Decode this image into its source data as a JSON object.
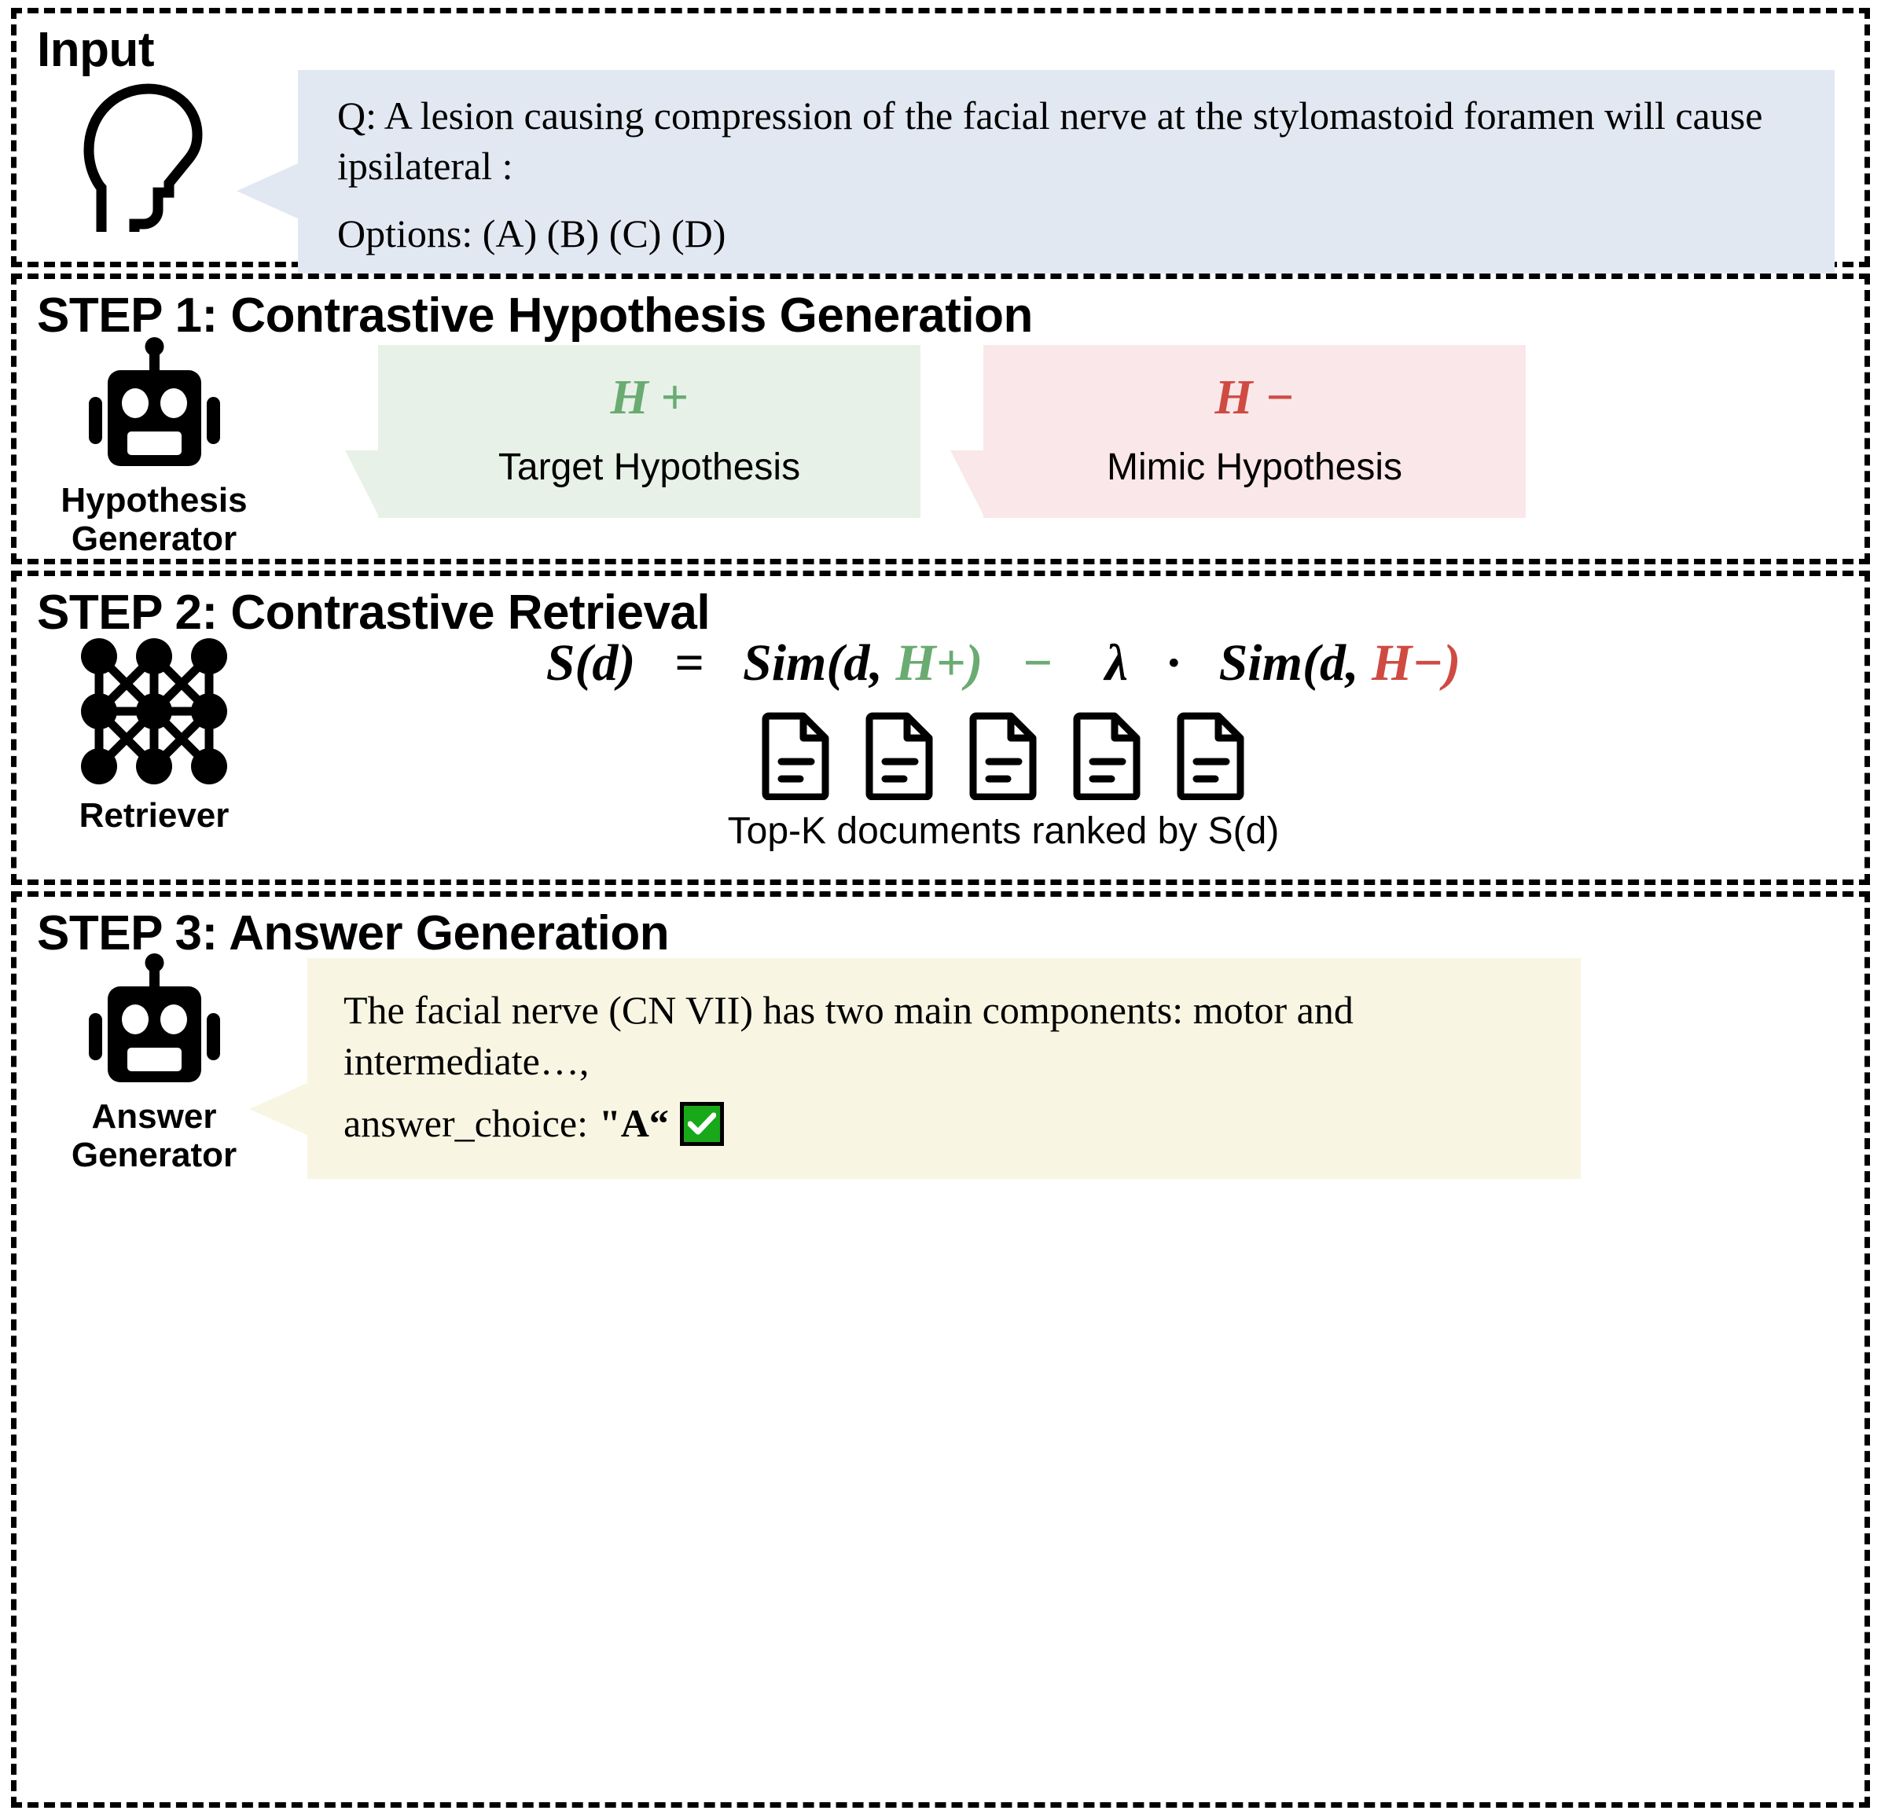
{
  "sections": {
    "input": {
      "title": "Input",
      "question": "Q: A lesion causing compression of the facial nerve at the stylomastoid foramen will cause ipsilateral :",
      "options": "Options: (A) (B) (C) (D)",
      "speaker_icon": "head-profile-icon",
      "bubble_color": "#e2e8f2"
    },
    "step1": {
      "title": "STEP 1: Contrastive Hypothesis Generation",
      "agent_icon": "robot-icon",
      "agent_label_line1": "Hypothesis",
      "agent_label_line2": "Generator",
      "hypotheses": [
        {
          "symbol": "H +",
          "name": "Target Hypothesis",
          "color": "#6aab72",
          "background": "#e7f1e8"
        },
        {
          "symbol": "H −",
          "name": "Mimic Hypothesis",
          "color": "#cf4b42",
          "background": "#fae7ea"
        }
      ]
    },
    "step2": {
      "title": "STEP 2: Contrastive Retrieval",
      "agent_icon": "neural-network-icon",
      "agent_label": "Retriever",
      "formula": {
        "lhs": "S(d)",
        "eq": "=",
        "sim1_open": "Sim(d,",
        "h_pos": "H+",
        "close1": ")",
        "minus": "−",
        "lambda": "λ",
        "dot": "·",
        "sim2_open": "Sim(d,",
        "h_neg": "H−",
        "close2": ")",
        "plain": "S(d)  =  Sim(d, H+)  −  λ · Sim(d, H−)"
      },
      "doc_count": 5,
      "doc_icon": "document-icon",
      "caption": "Top-K documents ranked by S(d)"
    },
    "step3": {
      "title": "STEP 3: Answer Generation",
      "agent_icon": "robot-icon",
      "agent_label_line1": "Answer",
      "agent_label_line2": "Generator",
      "answer_text": "The facial nerve (CN VII) has two main components: motor and intermediate…,",
      "answer_label": "answer_choice:",
      "answer_value": "\"A“",
      "check_icon": "checkmark-icon",
      "check_color": "#18a81a",
      "bubble_color": "#f8f6e3"
    }
  }
}
